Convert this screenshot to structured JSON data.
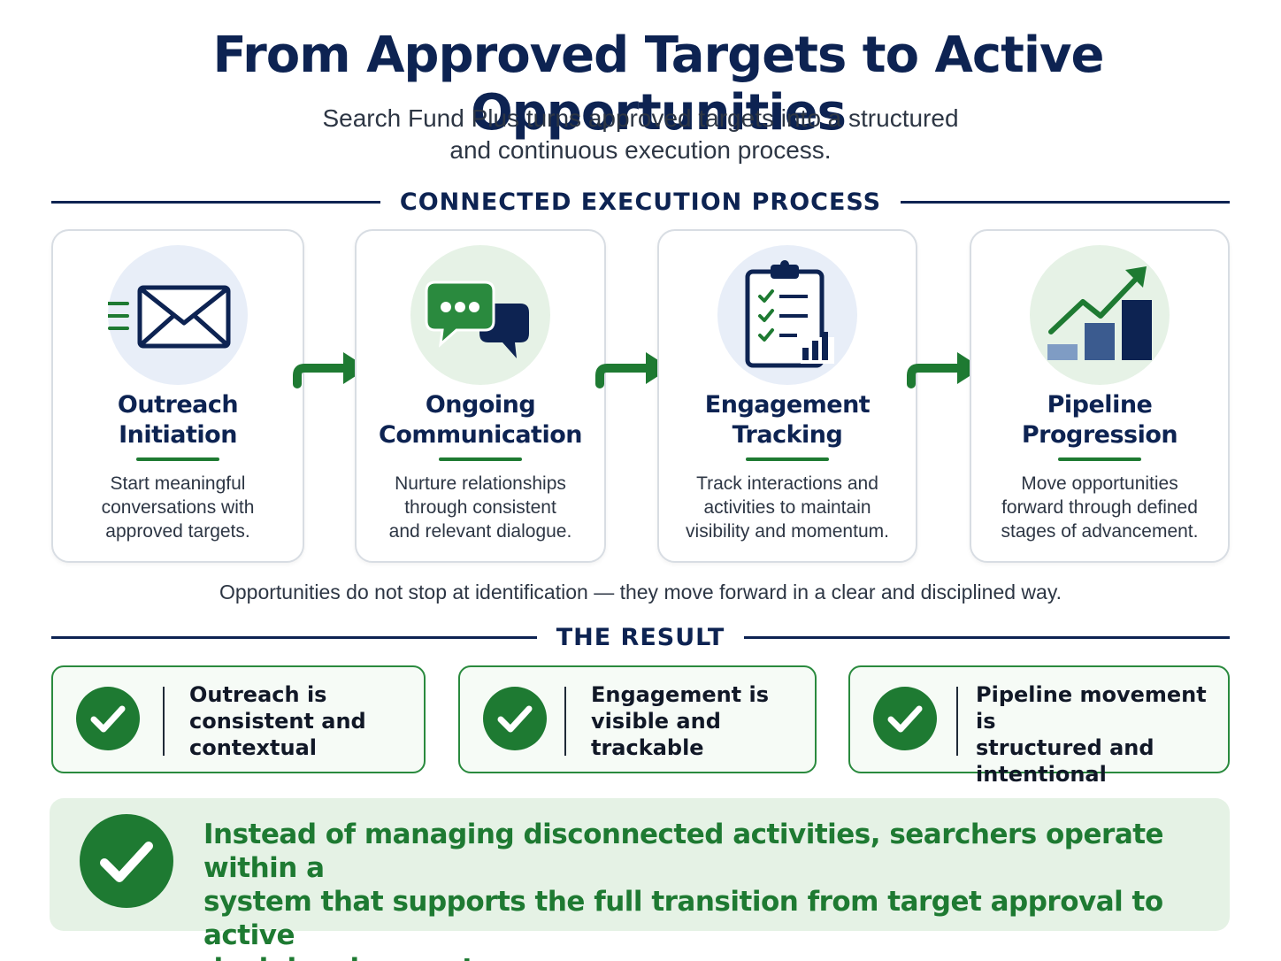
{
  "header": {
    "title": "From Approved Targets to Active Opportunities",
    "subtitle_line1": "Search Fund Plus turns approved targets into a structured",
    "subtitle_line2": "and continuous execution process."
  },
  "process": {
    "heading": "CONNECTED EXECUTION PROCESS",
    "steps": [
      {
        "title1": "Outreach",
        "title2": "Initiation",
        "icon": "envelope-icon",
        "desc1": "Start meaningful",
        "desc2": "conversations with",
        "desc3": "approved targets."
      },
      {
        "title1": "Ongoing",
        "title2": "Communication",
        "icon": "chat-bubbles-icon",
        "desc1": "Nurture relationships",
        "desc2": "through consistent",
        "desc3": "and relevant dialogue."
      },
      {
        "title1": "Engagement",
        "title2": "Tracking",
        "icon": "clipboard-checklist-icon",
        "desc1": "Track interactions and",
        "desc2": "activities to maintain",
        "desc3": "visibility and momentum."
      },
      {
        "title1": "Pipeline",
        "title2": "Progression",
        "icon": "growth-chart-icon",
        "desc1": "Move opportunities",
        "desc2": "forward through defined",
        "desc3": "stages of advancement."
      }
    ],
    "tagline": "Opportunities do not stop at identification — they move forward in a clear and disciplined way."
  },
  "result": {
    "heading": "THE RESULT",
    "items": [
      {
        "line1": "Outreach is",
        "line2": "consistent and",
        "line3": "contextual"
      },
      {
        "line1": "Engagement is",
        "line2": "visible and",
        "line3": "trackable"
      },
      {
        "line1": "Pipeline movement is",
        "line2": "structured and",
        "line3": "intentional"
      }
    ]
  },
  "summary": {
    "line1": "Instead of managing disconnected activities, searchers operate within a",
    "line2": "system that supports the full transition from target approval to active",
    "line3": "deal development."
  },
  "colors": {
    "navy": "#0d2352",
    "green": "#1e7a32",
    "light_green_bg": "#e5f2e5",
    "icon_circle_blue": "#e8eef8",
    "icon_circle_green": "#e6f2e6"
  }
}
